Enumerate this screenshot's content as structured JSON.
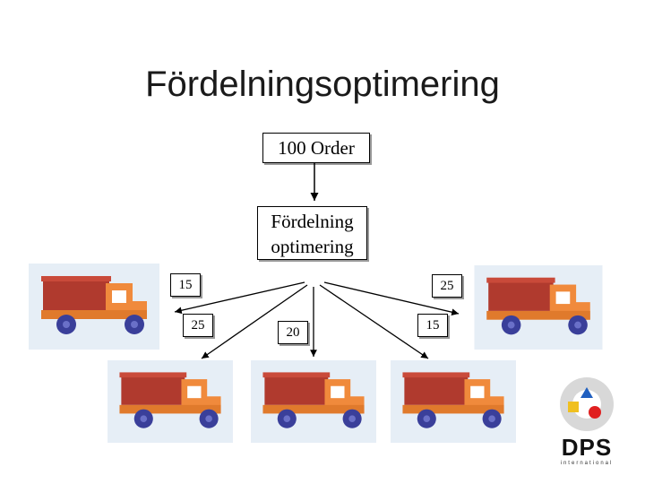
{
  "title": "Fördelningsoptimering",
  "source_box": "100 Order",
  "optimizer_box": {
    "line1": "Fördelning",
    "line2": "optimering"
  },
  "allocations": [
    "15",
    "25",
    "20",
    "15",
    "25"
  ],
  "logo": {
    "text": "DPS",
    "subtext": "international"
  },
  "colors": {
    "truck_box": "#b03a2e",
    "truck_cab": "#f08a3c",
    "truck_wheel": "#3a3f9a",
    "photo_bg": "#e6eef6",
    "logo_blue": "#2060c0",
    "logo_red": "#e02020",
    "logo_yellow": "#f0c020"
  },
  "icons": [
    "truck-image",
    "dps-logo"
  ]
}
